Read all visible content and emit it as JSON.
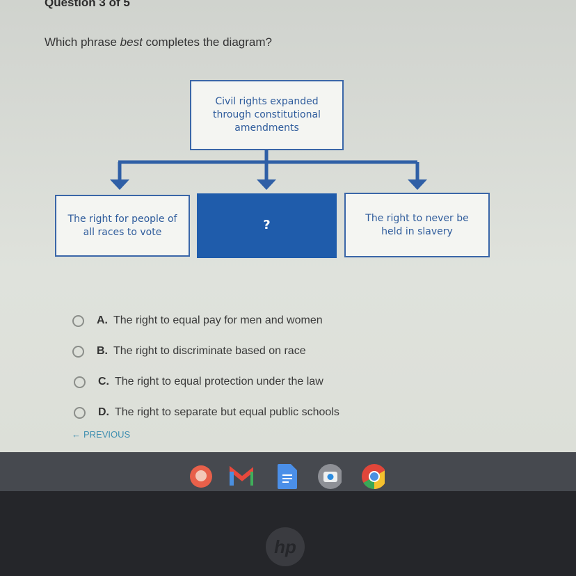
{
  "header": {
    "question_counter": "Question 3 of 5"
  },
  "question": {
    "prefix": "Which phrase ",
    "emphasis": "best",
    "suffix": " completes the diagram?"
  },
  "diagram": {
    "top": "Civil rights expanded through constitutional amendments",
    "left": "The right for people of all races to vote",
    "center": "?",
    "right": "The right to never be held in slavery"
  },
  "options": [
    {
      "letter": "A.",
      "text": "The right to equal pay for men and women"
    },
    {
      "letter": "B.",
      "text": "The right to discriminate based on race"
    },
    {
      "letter": "C.",
      "text": "The right to equal protection under the law"
    },
    {
      "letter": "D.",
      "text": "The right to separate but equal public schools"
    }
  ],
  "nav": {
    "previous": "PREVIOUS"
  },
  "taskbar": {
    "apps": [
      "canvas-icon",
      "gmail-icon",
      "docs-icon",
      "camera-icon",
      "chrome-icon"
    ]
  },
  "colors": {
    "diagram_blue": "#1f5cab",
    "link": "#3f8fb0"
  }
}
